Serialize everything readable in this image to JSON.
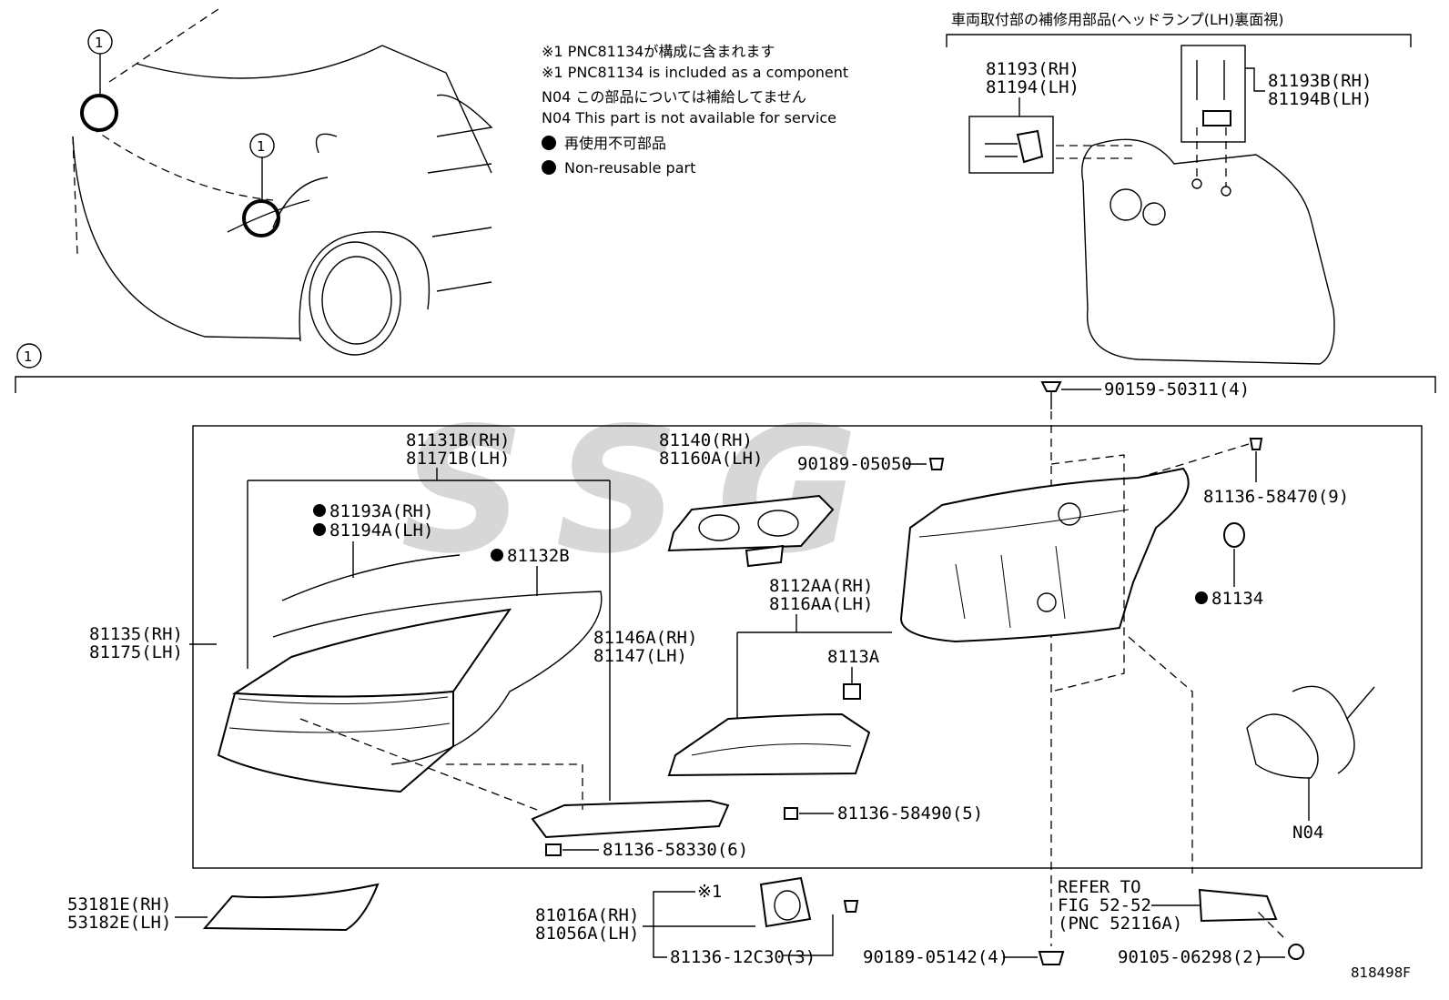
{
  "notes": {
    "n1_ja": "※1 PNC81134が構成に含まれます",
    "n1_en": "※1 PNC81134 is included as a component",
    "n2_ja": "N04  この部品については補給してません",
    "n2_en": "N04  This part is not available for service",
    "n3_ja": "再使用不可部品",
    "n3_en": "Non-reusable part"
  },
  "topright_title": "車両取付部の補修用部品(ヘッドランプ(LH)裏面視)",
  "callout": "1",
  "diagram_id": "818498F",
  "watermark": "SSG",
  "parts": {
    "p81193": "81193(RH)",
    "p81194": "81194(LH)",
    "p81193B": "81193B(RH)",
    "p81194B": "81194B(LH)",
    "p90159": "90159-50311(4)",
    "p81131B": "81131B(RH)",
    "p81171B": "81171B(LH)",
    "p81140": "81140(RH)",
    "p81160A": "81160A(LH)",
    "p90189a": "90189-05050",
    "p81136_9": "81136-58470(9)",
    "p81193A": "81193A(RH)",
    "p81194A": "81194A(LH)",
    "p81132B": "81132B",
    "p81134": "81134",
    "p81112AA": "8112AA(RH)",
    "p81116AA": "8116AA(LH)",
    "p8113A": "8113A",
    "p81135": "81135(RH)",
    "p81175": "81175(LH)",
    "p81146A": "81146A(RH)",
    "p81147": "81147(LH)",
    "pN04": "N04",
    "p81136_5": "81136-58490(5)",
    "p81136_6": "81136-58330(6)",
    "p53181E": "53181E(RH)",
    "p53182E": "53182E(LH)",
    "pmark1": "※1",
    "p81016A": "81016A(RH)",
    "p81056A": "81056A(LH)",
    "p81136_3": "81136-12C30(3)",
    "p90189b": "90189-05142(4)",
    "refer1": "REFER TO",
    "refer2": "FIG 52-52",
    "refer3": "(PNC 52116A)",
    "p90105": "90105-06298(2)"
  }
}
